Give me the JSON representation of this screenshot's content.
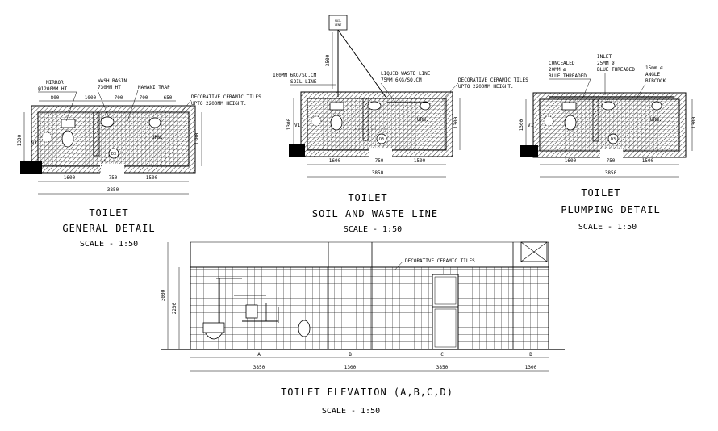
{
  "plan_general": {
    "title_1": "TOILET",
    "title_2": "GENERAL DETAIL",
    "scale": "SCALE - 1:50",
    "label_mirror_1": "MIRROR",
    "label_mirror_2": "@1200MM HT",
    "label_wash_1": "WASH BASIN",
    "label_wash_2": "730MM HT",
    "label_trap": "NAHANI TRAP",
    "label_tiles_1": "DECORATIVE CERAMIC TILES",
    "label_tiles_2": "UPTO 2200MM HEIGHT.",
    "top_dims": [
      "800",
      "1000",
      "700",
      "700",
      "650"
    ],
    "dim_left": "1300",
    "dim_right": "1300",
    "bottom_dims": [
      "1600",
      "750",
      "1500"
    ],
    "total": "3850",
    "tag_v1": "V1",
    "tag_d3": "D3",
    "tag_urn": "URN."
  },
  "plan_soil": {
    "title_1": "TOILET",
    "title_2": "SOIL AND WASTE LINE",
    "scale": "SCALE - 1:50",
    "box_label_1": "SOIL",
    "box_label_2": "VENT",
    "dim_vertical": "3500",
    "label_soil_1": "100MM 6KG/SQ.CM",
    "label_soil_2": "SOIL LINE",
    "label_liquid_1": "LIQUID WASTE LINE",
    "label_liquid_2": "75MM 6KG/SQ.CM",
    "label_tiles_1": "DECORATIVE CERAMIC TILES",
    "label_tiles_2": "UPTO 2200MM HEIGHT.",
    "dim_left": "1300",
    "dim_right": "1300",
    "bottom_dims": [
      "1600",
      "750",
      "1500"
    ],
    "total": "3850",
    "tag_v1": "V1",
    "tag_d3": "D3",
    "tag_urn": "URN."
  },
  "plan_plumbing": {
    "title_1": "TOILET",
    "title_2": "PLUMPING DETAIL",
    "scale": "SCALE - 1:50",
    "label_concealed_1": "CONCEALED",
    "label_concealed_2": "20MM ø",
    "label_concealed_3": "BLUE THREADED",
    "label_inlet_1": "INLET",
    "label_inlet_2": "25MM ø",
    "label_inlet_3": "BLUE THREADED",
    "label_angle_1": "15mm ø",
    "label_angle_2": "ANGLE",
    "label_angle_3": "BIBCOCK",
    "dim_left": "1300",
    "dim_right": "1300",
    "bottom_dims": [
      "1600",
      "750",
      "1500"
    ],
    "total": "3850",
    "tag_v1": "V1",
    "tag_d3": "D3",
    "tag_urn": "URN."
  },
  "elevation": {
    "title": "TOILET ELEVATION (A,B,C,D)",
    "scale": "SCALE - 1:50",
    "label_tiles": "DECORATIVE CERAMIC TILES",
    "dim_overall_height": "3000",
    "dim_tile_height": "2200",
    "segment_letters": [
      "A",
      "B",
      "C",
      "D"
    ],
    "segment_dims": [
      "3850",
      "1300",
      "3850",
      "1300"
    ]
  }
}
